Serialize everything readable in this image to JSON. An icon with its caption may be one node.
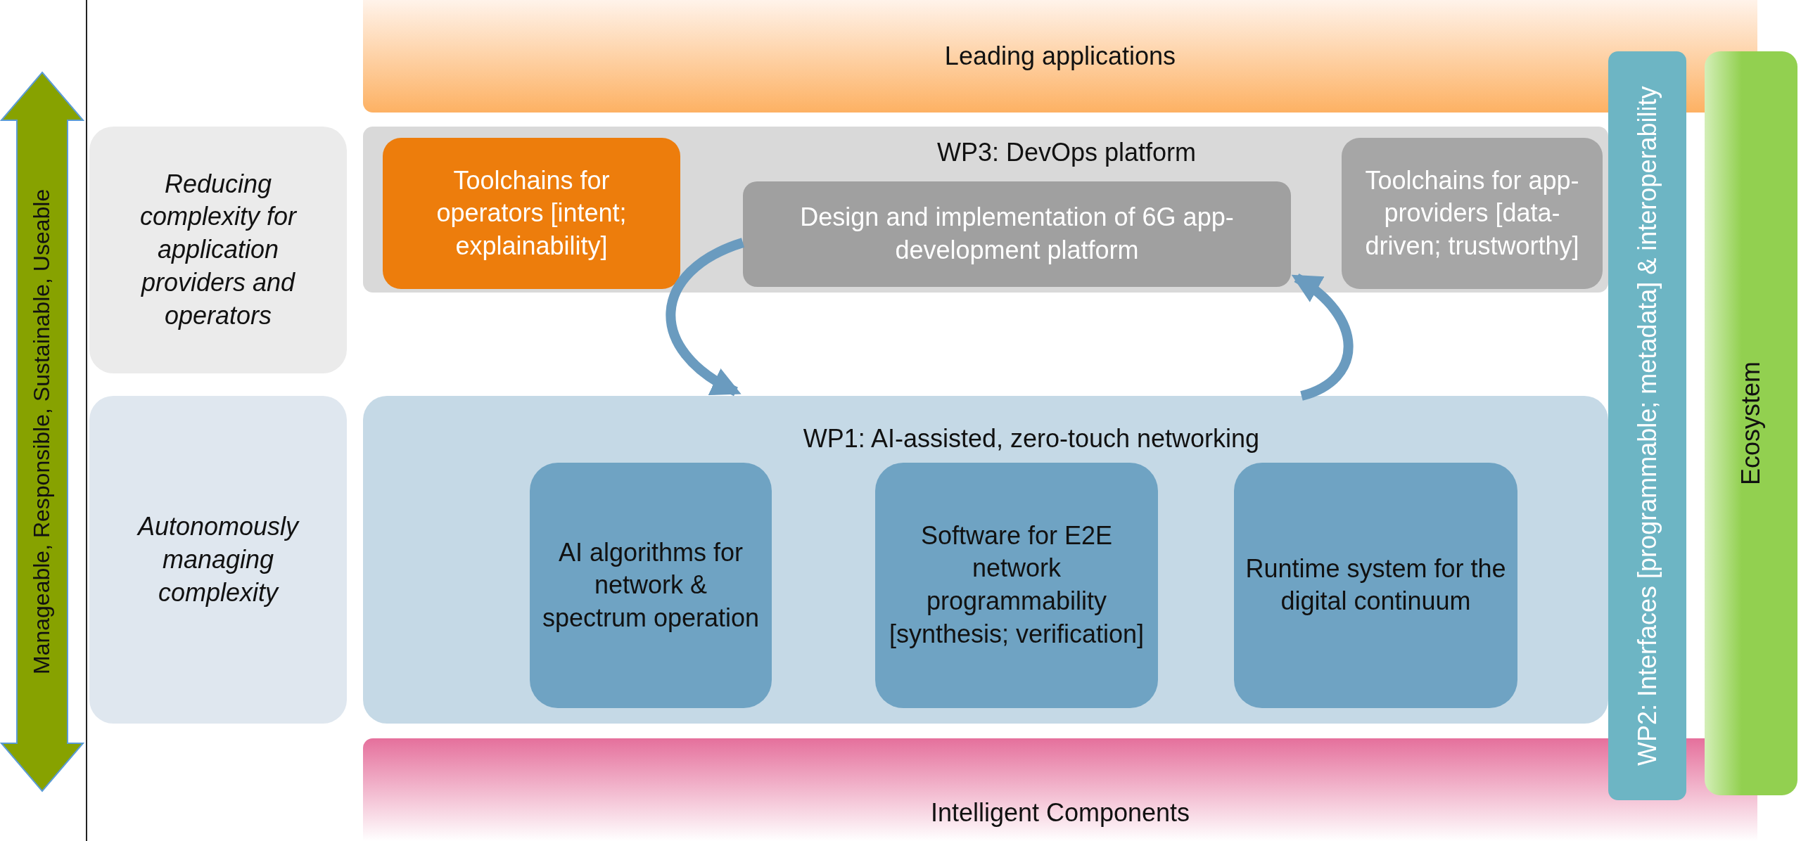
{
  "diagram": {
    "nodes": [
      {
        "text": [
          "Leading applications"
        ]
      },
      {
        "text": [
          "Reducing complexity for application providers and operators"
        ]
      },
      {
        "text": [
          "WP3: DevOps platform"
        ]
      },
      {
        "text": [
          "Toolchains for operators [intent; explainability]"
        ],
        "in": 2
      },
      {
        "text": [
          "Design and implementation of 6G app-development platform"
        ],
        "in": 2
      },
      {
        "text": [
          "Toolchains for app-providers [data-driven; trustworthy]"
        ],
        "in": 2
      },
      {
        "text": [
          "Autonomously managing complexity"
        ]
      },
      {
        "text": [
          "WP1: AI-assisted, zero-touch networking"
        ]
      },
      {
        "text": [
          "AI algorithms for network & spectrum operation"
        ],
        "in": 7
      },
      {
        "text": [
          "Software for E2E network programmability [synthesis; verification]"
        ],
        "in": 7
      },
      {
        "text": [
          "Runtime system for the digital continuum"
        ],
        "in": 7
      },
      {
        "text": [
          "Intelligent Components"
        ]
      },
      {
        "text": [
          "WP2: Interfaces [programmable; metadata] & interoperability"
        ]
      },
      {
        "text": [
          "Ecosystem"
        ]
      },
      {
        "text": [
          "Manageable, Responsible, Sustainable, Useable"
        ]
      }
    ],
    "edges": [
      {
        "from": 4,
        "to": 7,
        "arrow": "to"
      },
      {
        "from": 7,
        "to": 4,
        "arrow": "to"
      }
    ]
  }
}
